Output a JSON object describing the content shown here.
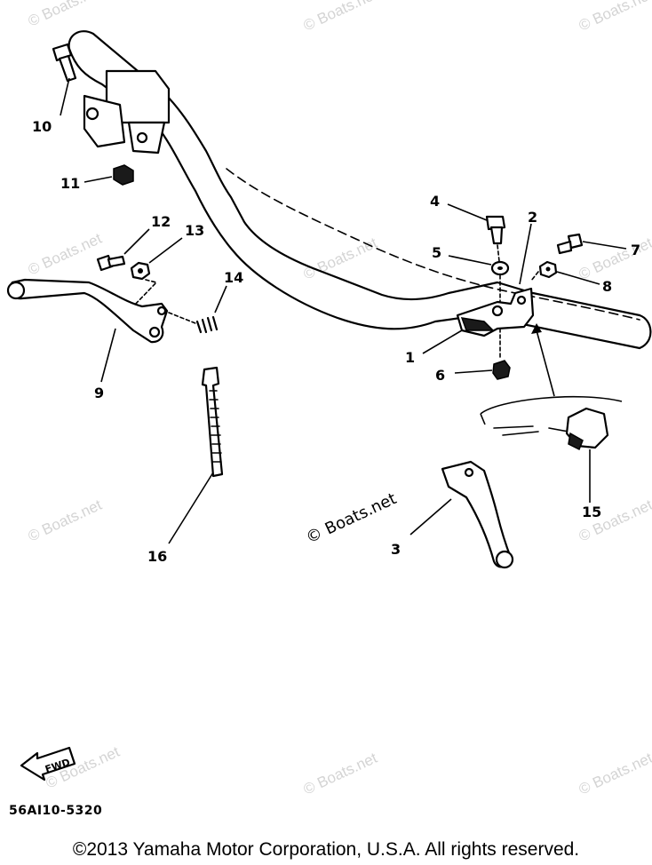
{
  "watermark": {
    "text": "© Boats.net"
  },
  "callouts": {
    "c1": "1",
    "c2": "2",
    "c3": "3",
    "c4": "4",
    "c5": "5",
    "c6": "6",
    "c7": "7",
    "c8": "8",
    "c9": "9",
    "c10": "10",
    "c11": "11",
    "c12": "12",
    "c13": "13",
    "c14": "14",
    "c15": "15",
    "c16": "16"
  },
  "fwd_label": "FWD",
  "diagram_code": "56AI10-5320",
  "copyright": "©2013 Yamaha Motor Corporation, U.S.A. All rights reserved."
}
